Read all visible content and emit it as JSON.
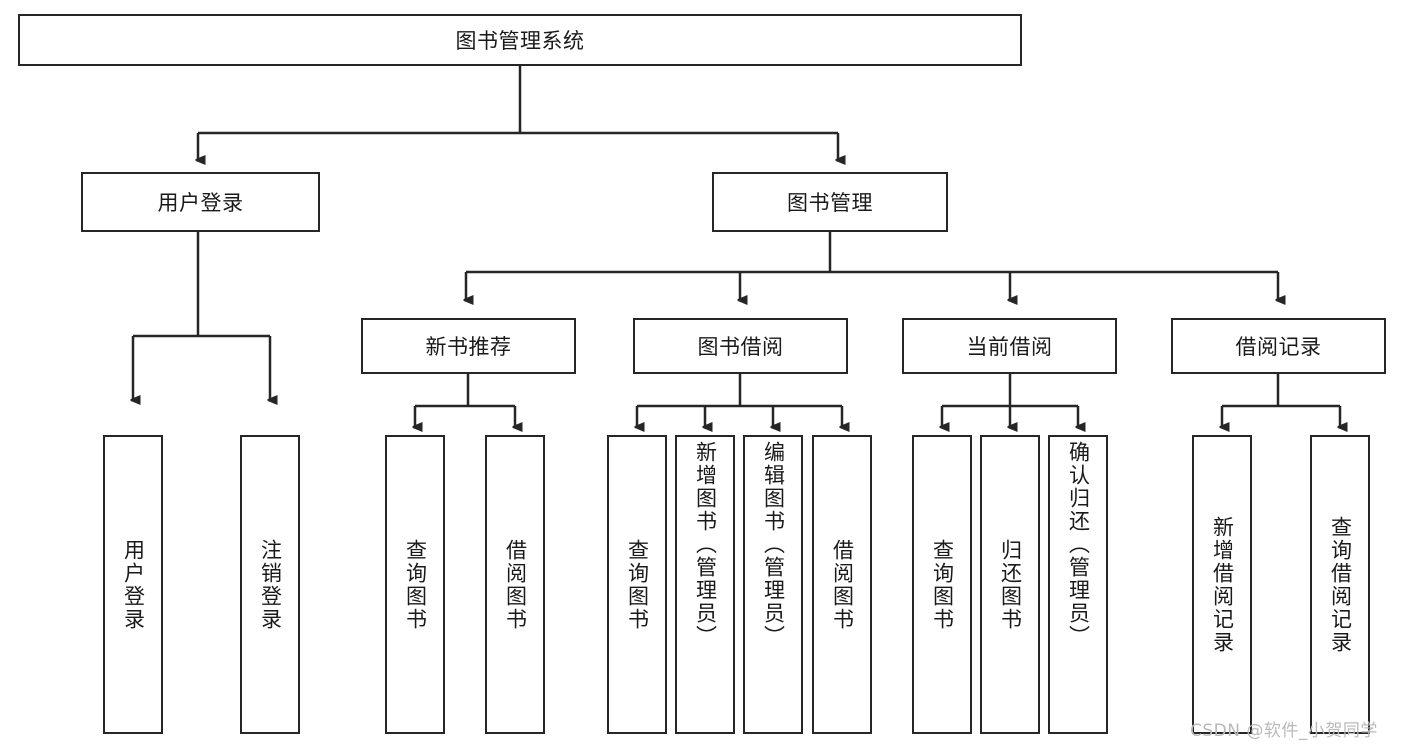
{
  "diagram": {
    "title_node": {
      "label": "图书管理系统"
    },
    "level2": [
      {
        "label": "用户登录"
      },
      {
        "label": "图书管理"
      }
    ],
    "level3": [
      {
        "label": "新书推荐"
      },
      {
        "label": "图书借阅"
      },
      {
        "label": "当前借阅"
      },
      {
        "label": "借阅记录"
      }
    ],
    "leaves": [
      {
        "label": "用户登录"
      },
      {
        "label": "注销登录"
      },
      {
        "label": "查询图书"
      },
      {
        "label": "借阅图书"
      },
      {
        "label": "查询图书"
      },
      {
        "label": "新增图书（管理员）"
      },
      {
        "label": "编辑图书（管理员）"
      },
      {
        "label": "借阅图书"
      },
      {
        "label": "查询图书"
      },
      {
        "label": "归还图书"
      },
      {
        "label": "确认归还（管理员）"
      },
      {
        "label": "新增借阅记录"
      },
      {
        "label": "查询借阅记录"
      }
    ]
  },
  "watermark": {
    "text": "CSDN @软件_小贺同学"
  },
  "colors": {
    "stroke": "#262626",
    "background": "#ffffff",
    "text": "#1a1a1a",
    "watermark": "#b9b9b9"
  }
}
